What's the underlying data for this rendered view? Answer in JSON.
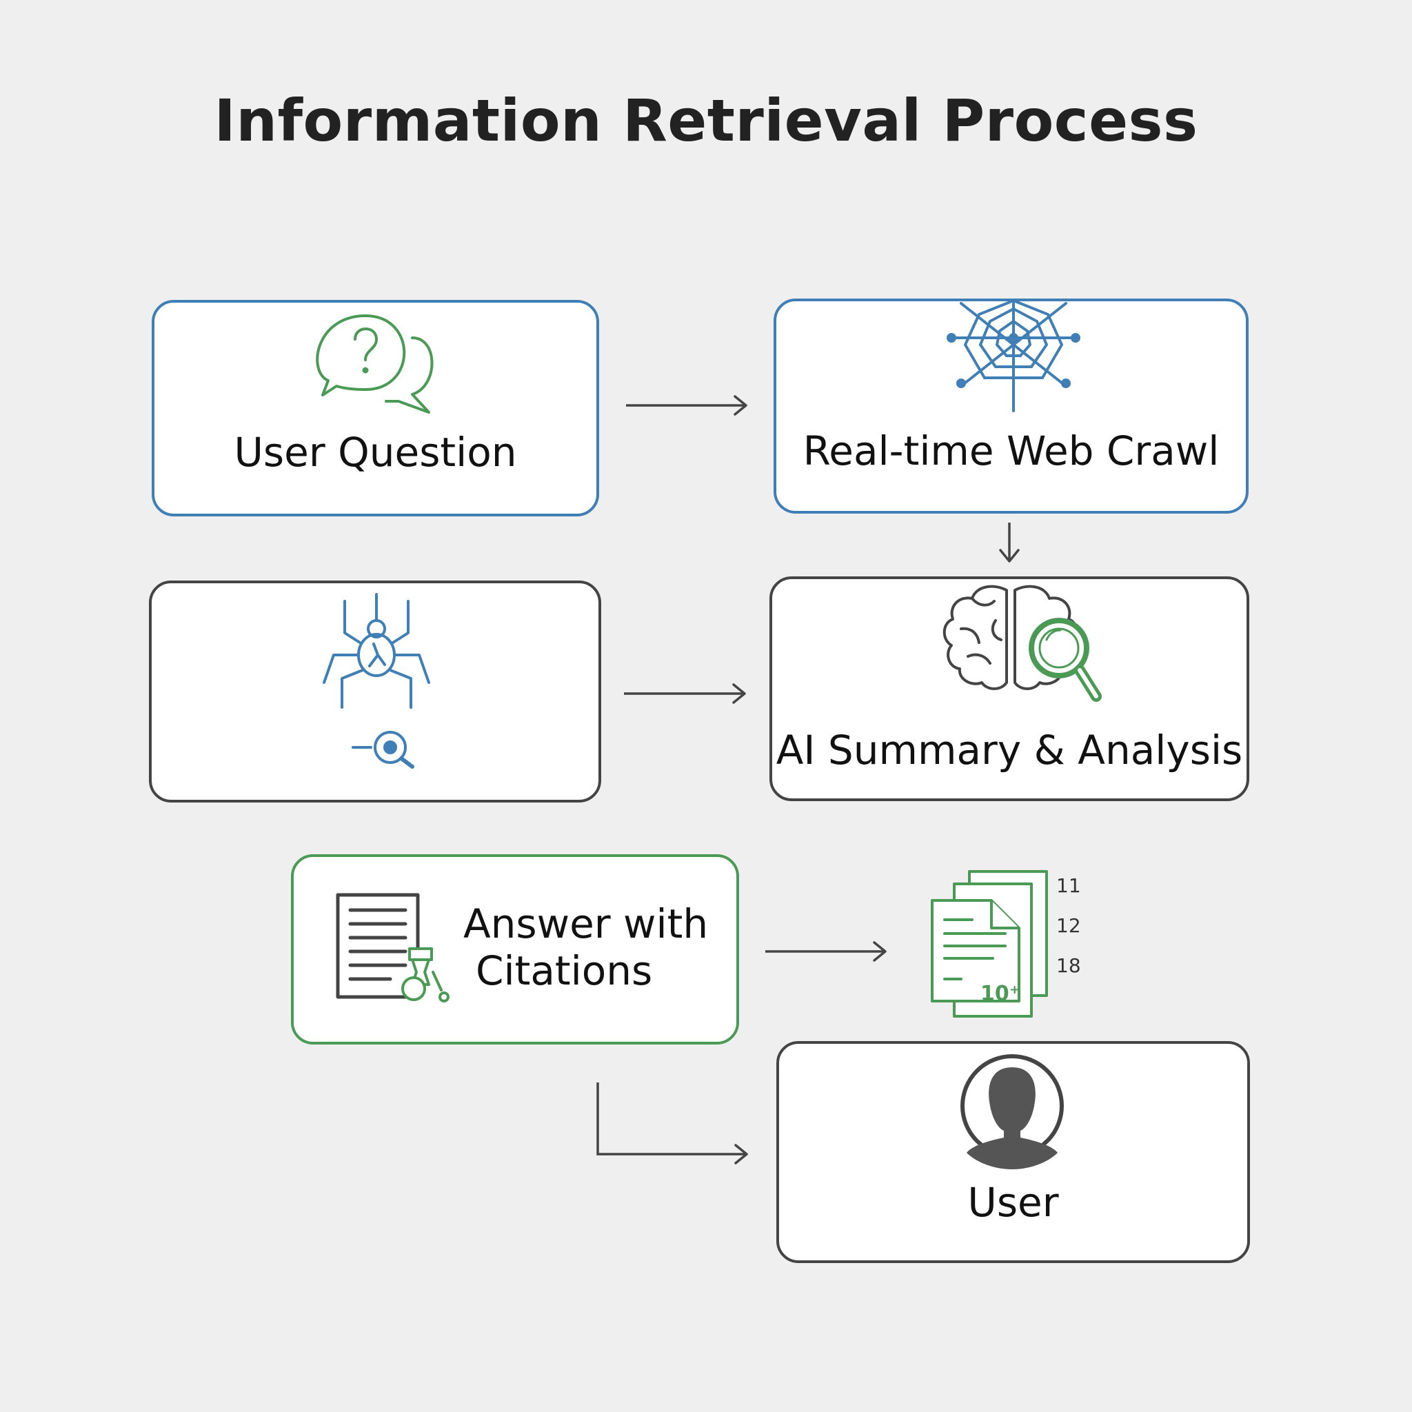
{
  "title": "Information Retrieval Process",
  "colors": {
    "blue": "#3f7fb5",
    "green": "#4a9a55",
    "gray": "#444444",
    "background": "#efefef"
  },
  "nodes": {
    "user_question": {
      "label": "User Question",
      "icon": "question-chat-icon"
    },
    "web_crawl": {
      "label": "Real-time Web Crawl",
      "icon": "spider-web-icon"
    },
    "crawler_search": {
      "label": "",
      "icon": "spider-crawler-icon"
    },
    "ai_summary": {
      "label": "AI Summary & Analysis",
      "icon": "brain-magnifier-icon"
    },
    "answer": {
      "label_line1": "Answer with",
      "label_line2": "Citations",
      "icon": "document-hourglass-icon"
    },
    "citations": {
      "icon": "stacked-documents-icon",
      "badge": "10⁺",
      "numbers": [
        "11",
        "12",
        "18"
      ]
    },
    "user": {
      "label": "User",
      "icon": "user-avatar-icon"
    }
  }
}
